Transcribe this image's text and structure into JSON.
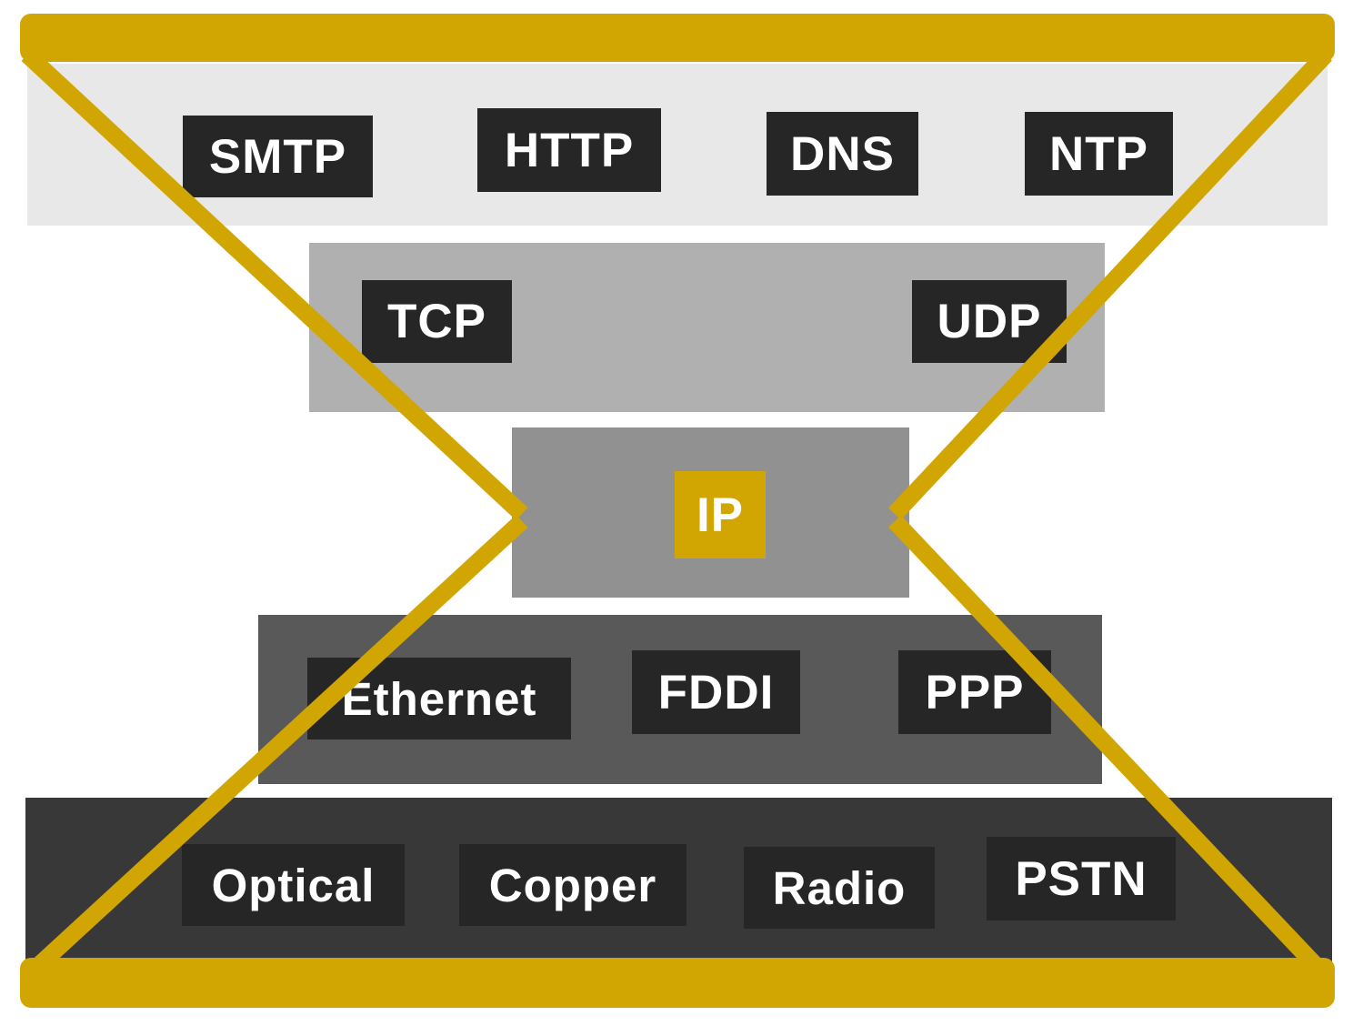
{
  "diagram": {
    "name": "internet-protocol-stack-hourglass",
    "colors": {
      "hourglass_gold": "#D2A602",
      "application_band": "#E8E8E8",
      "transport_band": "#B0B0B0",
      "network_band": "#919191",
      "link_band": "#595959",
      "physical_band": "#383838",
      "label_box_dark": "#262626",
      "label_text": "#FFFFFF",
      "ip_box_gold": "#D2A602",
      "background": "#FFFFFF"
    },
    "layers": {
      "application": {
        "labels": {
          "smtp": "SMTP",
          "http": "HTTP",
          "dns": "DNS",
          "ntp": "NTP"
        }
      },
      "transport": {
        "labels": {
          "tcp": "TCP",
          "udp": "UDP"
        }
      },
      "network": {
        "labels": {
          "ip": "IP"
        }
      },
      "link": {
        "labels": {
          "ethernet": "Ethernet",
          "fddi": "FDDI",
          "ppp": "PPP"
        }
      },
      "physical": {
        "labels": {
          "optical": "Optical",
          "copper": "Copper",
          "radio": "Radio",
          "pstn": "PSTN"
        }
      }
    }
  }
}
